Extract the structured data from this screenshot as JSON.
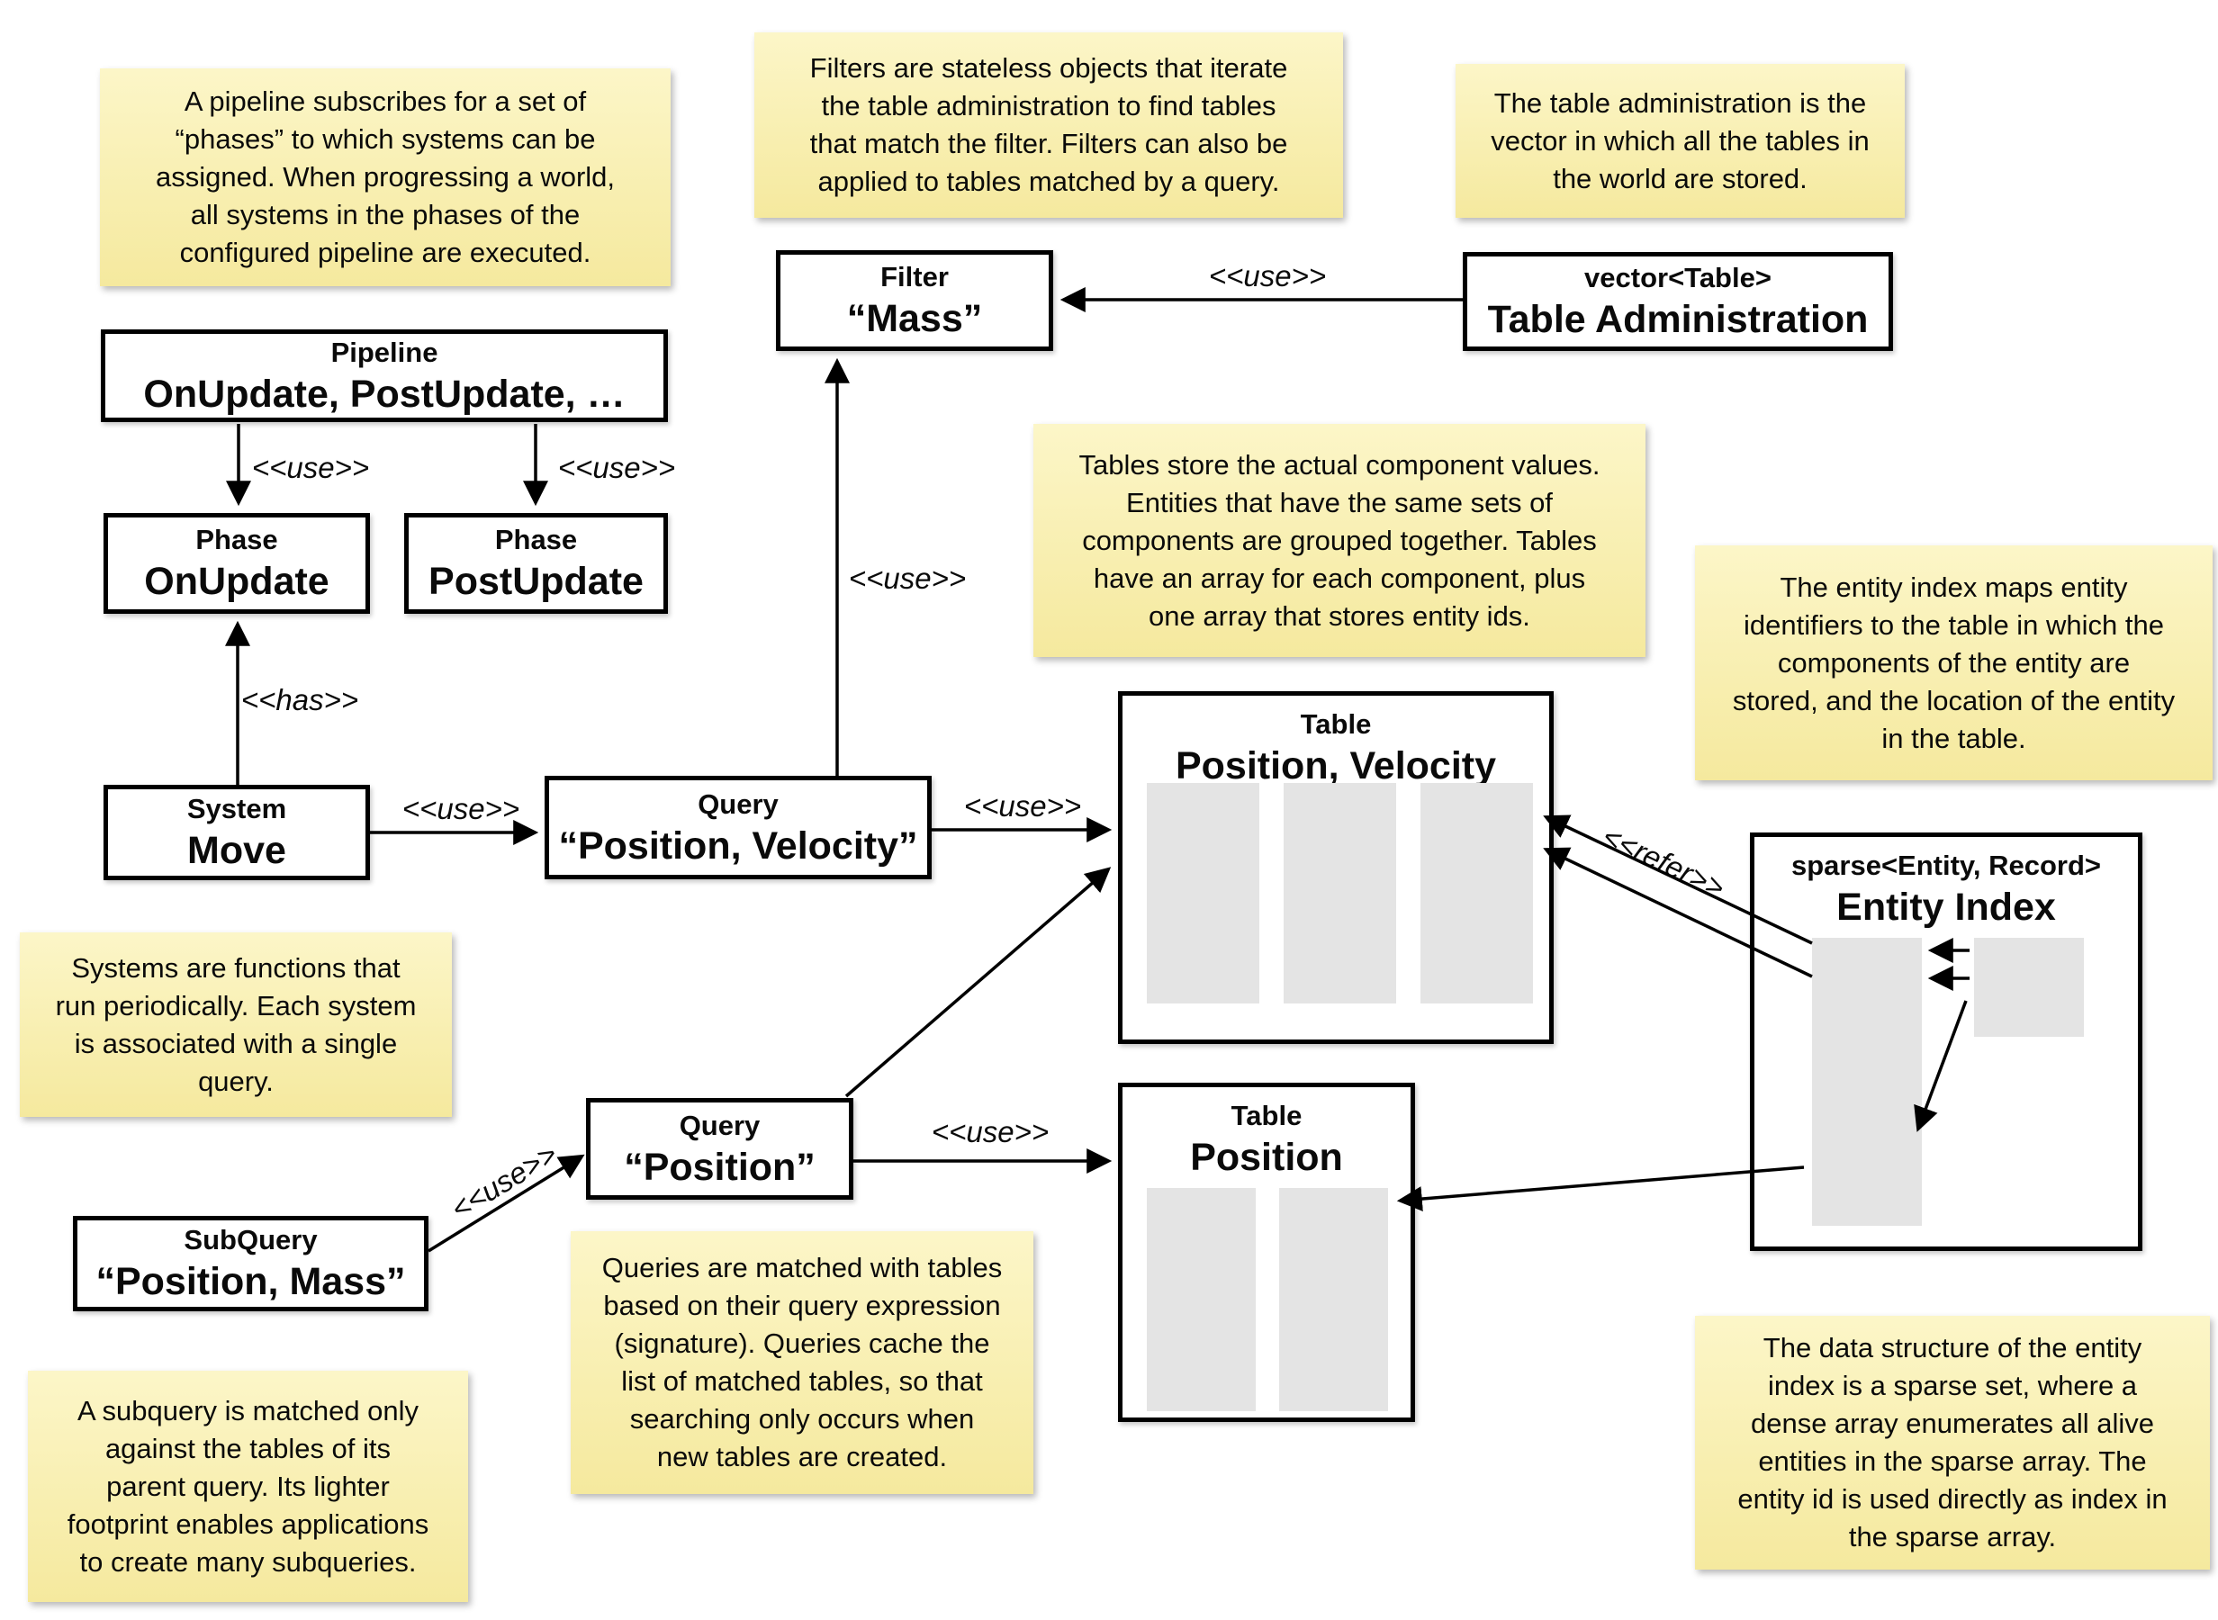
{
  "diagram": {
    "notes": {
      "pipeline": {
        "text": "A pipeline subscribes for a set of\n“phases” to which systems can be\nassigned. When progressing a world,\nall systems in the phases of the\nconfigured pipeline are executed."
      },
      "filters": {
        "text": "Filters are stateless objects that iterate\nthe table administration to find tables\nthat match the filter. Filters can also be\napplied to tables matched by a query."
      },
      "table_admin": {
        "text": "The table administration is the\nvector in which all the tables in\nthe world are stored."
      },
      "tables": {
        "text": "Tables store the actual component values.\nEntities that have the same sets of\ncomponents are grouped together. Tables\nhave an array for each component, plus\none array that stores entity ids."
      },
      "entity_index": {
        "text": "The entity index maps entity\nidentifiers to the table in which the\ncomponents of the entity are\nstored, and the location of the entity\nin the table."
      },
      "systems": {
        "text": "Systems are functions that\nrun periodically. Each system\nis associated with a single\nquery."
      },
      "queries": {
        "text": "Queries are matched with tables\nbased on their query expression\n(signature). Queries cache the\nlist of matched tables, so that\nsearching only occurs when\nnew tables are created."
      },
      "subquery": {
        "text": "A subquery is matched only\nagainst the tables of its\nparent query. Its lighter\nfootprint enables applications\nto create many subqueries."
      },
      "sparse_set": {
        "text": "The data structure of the entity\nindex is a sparse set, where a\ndense array enumerates all alive\nentities in the sparse array. The\nentity id is used directly as index in\nthe sparse array."
      }
    },
    "boxes": {
      "pipeline": {
        "stereotype": "Pipeline",
        "name": "OnUpdate, PostUpdate, …"
      },
      "phase_onupdate": {
        "stereotype": "Phase",
        "name": "OnUpdate"
      },
      "phase_postupdate": {
        "stereotype": "Phase",
        "name": "PostUpdate"
      },
      "system_move": {
        "stereotype": "System",
        "name": "Move"
      },
      "query_pv": {
        "stereotype": "Query",
        "name": "“Position, Velocity”"
      },
      "filter_mass": {
        "stereotype": "Filter",
        "name": "“Mass”"
      },
      "table_admin": {
        "stereotype": "vector<Table>",
        "name": "Table Administration"
      },
      "table_pv": {
        "stereotype": "Table",
        "name": "Position, Velocity"
      },
      "table_p": {
        "stereotype": "Table",
        "name": "Position"
      },
      "query_p": {
        "stereotype": "Query",
        "name": "“Position”"
      },
      "subquery": {
        "stereotype": "SubQuery",
        "name": "“Position, Mass”"
      },
      "entity_index": {
        "stereotype": "sparse<Entity, Record>",
        "name": "Entity Index"
      }
    },
    "edge_labels": {
      "use": "<<use>>",
      "has": "<<has>>",
      "refer": "<<refer>>"
    },
    "colors": {
      "note_bg_top": "#FCF6C8",
      "note_bg_bottom": "#F5E99E",
      "box_border": "#000000",
      "bar_fill": "#E4E4E4"
    }
  }
}
